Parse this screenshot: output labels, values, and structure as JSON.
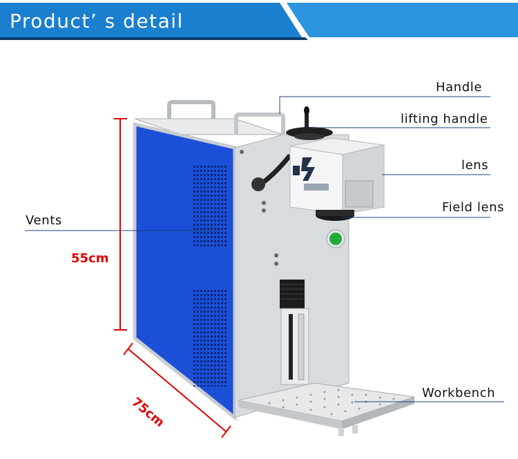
{
  "header": {
    "title": "Product’ s detail",
    "colors": {
      "primary": "#1a7fcf",
      "dark": "#0e3d6b",
      "light": "#2b95e0"
    }
  },
  "callouts": {
    "handle": "Handle",
    "lifting_handle": "lifting handle",
    "lens": "lens",
    "field_lens": "Field lens",
    "vents": "Vents",
    "workbench": "Workbench"
  },
  "dimensions": {
    "height": "55cm",
    "depth": "75cm",
    "color": "#e00000"
  },
  "product": {
    "panel_color": "#1c4fd8",
    "body_color": "#d6d9dc",
    "button_color": "#22aa3a"
  }
}
